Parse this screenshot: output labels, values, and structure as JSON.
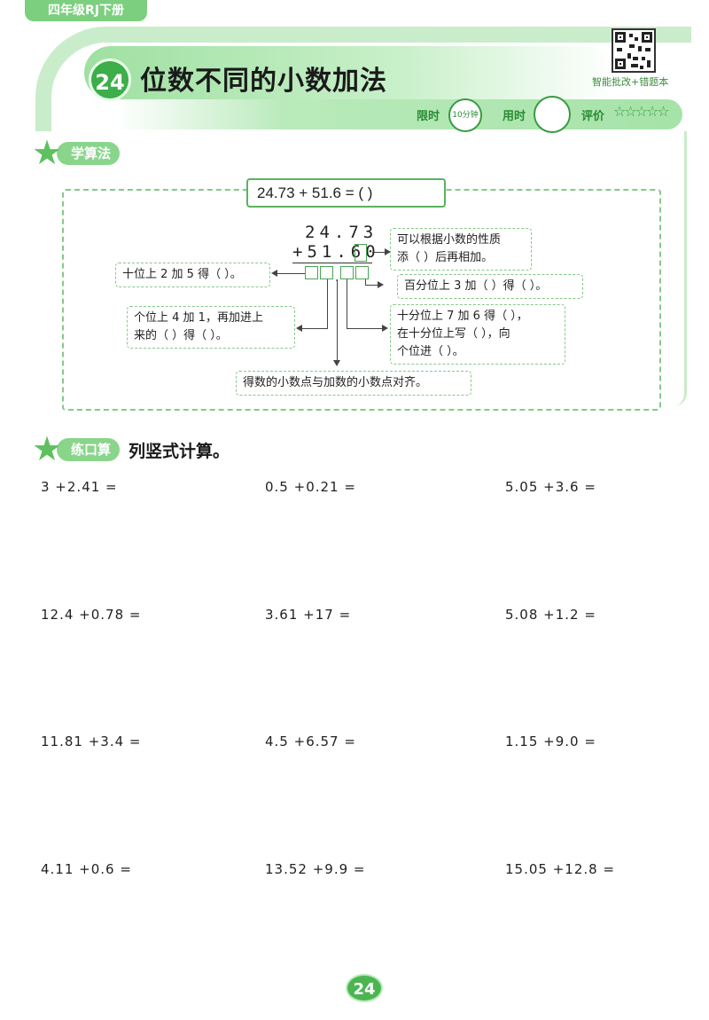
{
  "header": {
    "grade_tab": "四年级RJ下册",
    "lesson_number": "24",
    "lesson_title": "位数不同的小数加法",
    "qr_caption": "智能批改+错题本",
    "time_limit_label": "限时",
    "time_limit_value": "10分钟",
    "time_used_label": "用时",
    "rating_label": "评价",
    "rating_stars": "☆☆☆☆☆"
  },
  "learn": {
    "section_label": "学算法",
    "equation": "24.73 + 51.6 = (          )",
    "column_top": "24.73",
    "column_bottom": "+51.60",
    "hint_pad_zero": "可以根据小数的性质\n添（ ）后再相加。",
    "hint_tens": "十位上 2 加 5 得（ ）。",
    "hint_hundredths": "百分位上 3 加（ ）得（ ）。",
    "hint_ones": "个位上 4 加 1，再加进上\n来的（ ）得（ ）。",
    "hint_tenths": "十分位上 7 加 6 得（ ），\n在十分位上写（ ），向\n个位进（ ）。",
    "hint_point": "得数的小数点与加数的小数点对齐。"
  },
  "practice": {
    "section_label": "练口算",
    "instruction": "列竖式计算。",
    "exercises": [
      "3 +2.41 =",
      "0.5 +0.21 =",
      "5.05 +3.6 =",
      "12.4 +0.78 =",
      "3.61 +17 =",
      "5.08 +1.2 =",
      "11.81 +3.4 =",
      "4.5 +6.57 =",
      "1.15 +9.0 =",
      "4.11 +0.6 =",
      "13.52 +9.9 =",
      "15.05 +12.8 ="
    ]
  },
  "page_number": "24",
  "colors": {
    "accent": "#3cae4a",
    "light": "#c9edca",
    "dashed": "#86c989"
  },
  "icons": [
    "qr-code-icon",
    "stopwatch-icon",
    "star-mascot-icon"
  ]
}
